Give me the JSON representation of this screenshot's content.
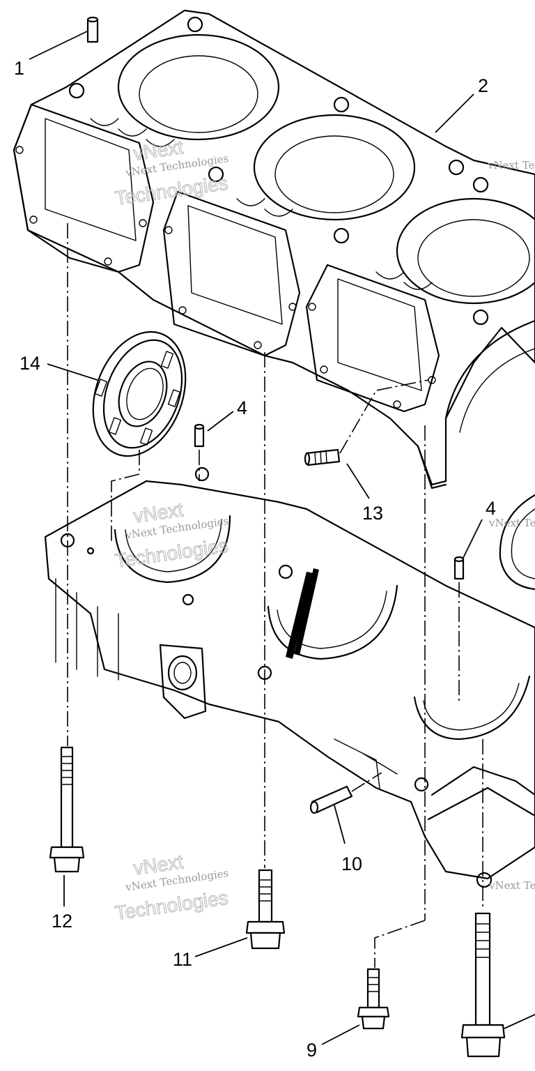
{
  "diagram": {
    "callouts": {
      "c1": "1",
      "c2": "2",
      "c4a": "4",
      "c4b": "4",
      "c9": "9",
      "c10": "10",
      "c11": "11",
      "c12": "12",
      "c13": "13",
      "c14": "14"
    },
    "watermark": {
      "line1": "vNext Technologies",
      "line2": "vNext",
      "line3": "Technologies",
      "partial1": "vNext Te",
      "partial2": "vNext Te",
      "partial3": "vNext Te"
    }
  }
}
